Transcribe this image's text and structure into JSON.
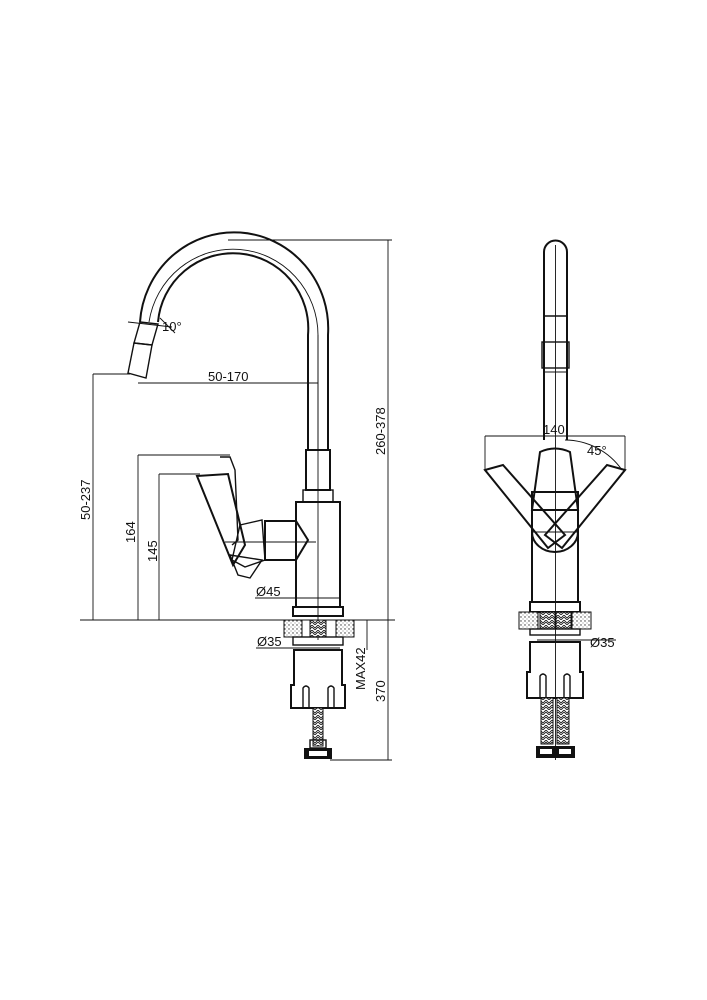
{
  "drawing": {
    "side_view": {
      "spout_tilt": "10°",
      "reach": "50-170",
      "spout_height": "50-237",
      "handle_height": "164",
      "body_height": "145",
      "body_diameter": "Ø45",
      "total_height": "260-378",
      "mount_diameter": "Ø35",
      "max_countertop": "MAX42",
      "under_sink_length": "370"
    },
    "front_view": {
      "handle_span": "140",
      "handle_angle": "45°",
      "mount_diameter": "Ø35"
    }
  }
}
